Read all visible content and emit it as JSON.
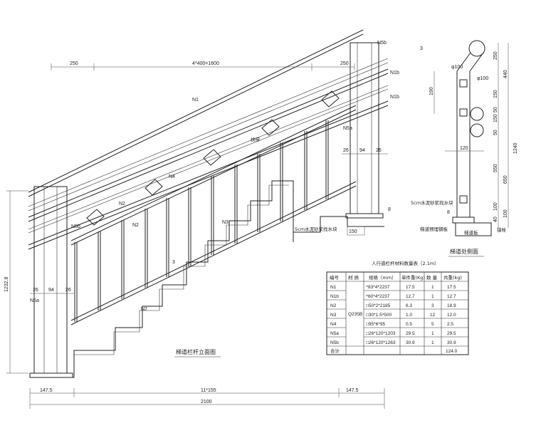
{
  "elevation": {
    "title": "梯道栏杆立面图",
    "top_dims": [
      "250",
      "4*400=1600",
      "250"
    ],
    "bottom_dims": [
      "147.5",
      "11*155",
      "147.5"
    ],
    "total_width": "2100",
    "height_dim": "1232.8",
    "post_dims": [
      "26",
      "94",
      "26"
    ],
    "post_dims_right": [
      "26",
      "94",
      "26"
    ],
    "base_dim": "150",
    "mortar_note": "5cm水泥砂浆找水块",
    "labels": {
      "n1": "N1",
      "n1b_a": "N1b",
      "n1b_b": "N1b",
      "n2_a": "N2",
      "n2_b": "N2",
      "n2_c": "N2",
      "n3": "N3",
      "n4": "N4",
      "n5a_left": "N5a",
      "n5a_right": "N5a",
      "n5b_left": "N5b",
      "n5b_top": "N5b",
      "small_note": "扶梯",
      "num3": "3",
      "num8": "8"
    }
  },
  "side": {
    "title": "梯道处侧面",
    "pipe_dims": [
      "φ100",
      "φ100"
    ],
    "left_dims": [
      "190",
      "120"
    ],
    "right_dims": [
      "250",
      "440",
      "150",
      "50",
      "150",
      "50",
      "550",
      "650",
      "1240",
      "100",
      "40",
      "100"
    ],
    "labels": {
      "mortar": "5cm水泥砂浆找水块",
      "plate": "梯道预埋钢板",
      "slab": "梯道板",
      "anchor": "锚栓",
      "num3": "3",
      "num8": "8"
    }
  },
  "table": {
    "title": "人行道栏杆材料数量表（2.1m）",
    "headers": [
      "编号",
      "材 质",
      "规格（mm）",
      "单件重(Kg)",
      "数 量",
      "共重(kg)"
    ],
    "material": "Q235B",
    "rows": [
      [
        "N1",
        "^83*4*2237",
        "17.5",
        "1",
        "17.5"
      ],
      [
        "N1b",
        "^60*4*2237",
        "12.7",
        "1",
        "12.7"
      ],
      [
        "N2",
        "□50*2*2185",
        "6.3",
        "3",
        "18.9"
      ],
      [
        "N3",
        "□30*1.5*500",
        "1.0",
        "12",
        "12.0"
      ],
      [
        "N4",
        "□95*6*95",
        "0.5",
        "5",
        "2.5"
      ],
      [
        "N5a",
        "□26*120*1203",
        "29.5",
        "1",
        "29.5"
      ],
      [
        "N5b",
        "□26*120*1263",
        "30.9",
        "1",
        "30.9"
      ]
    ],
    "total_label": "合计",
    "total_value": "124.0"
  }
}
